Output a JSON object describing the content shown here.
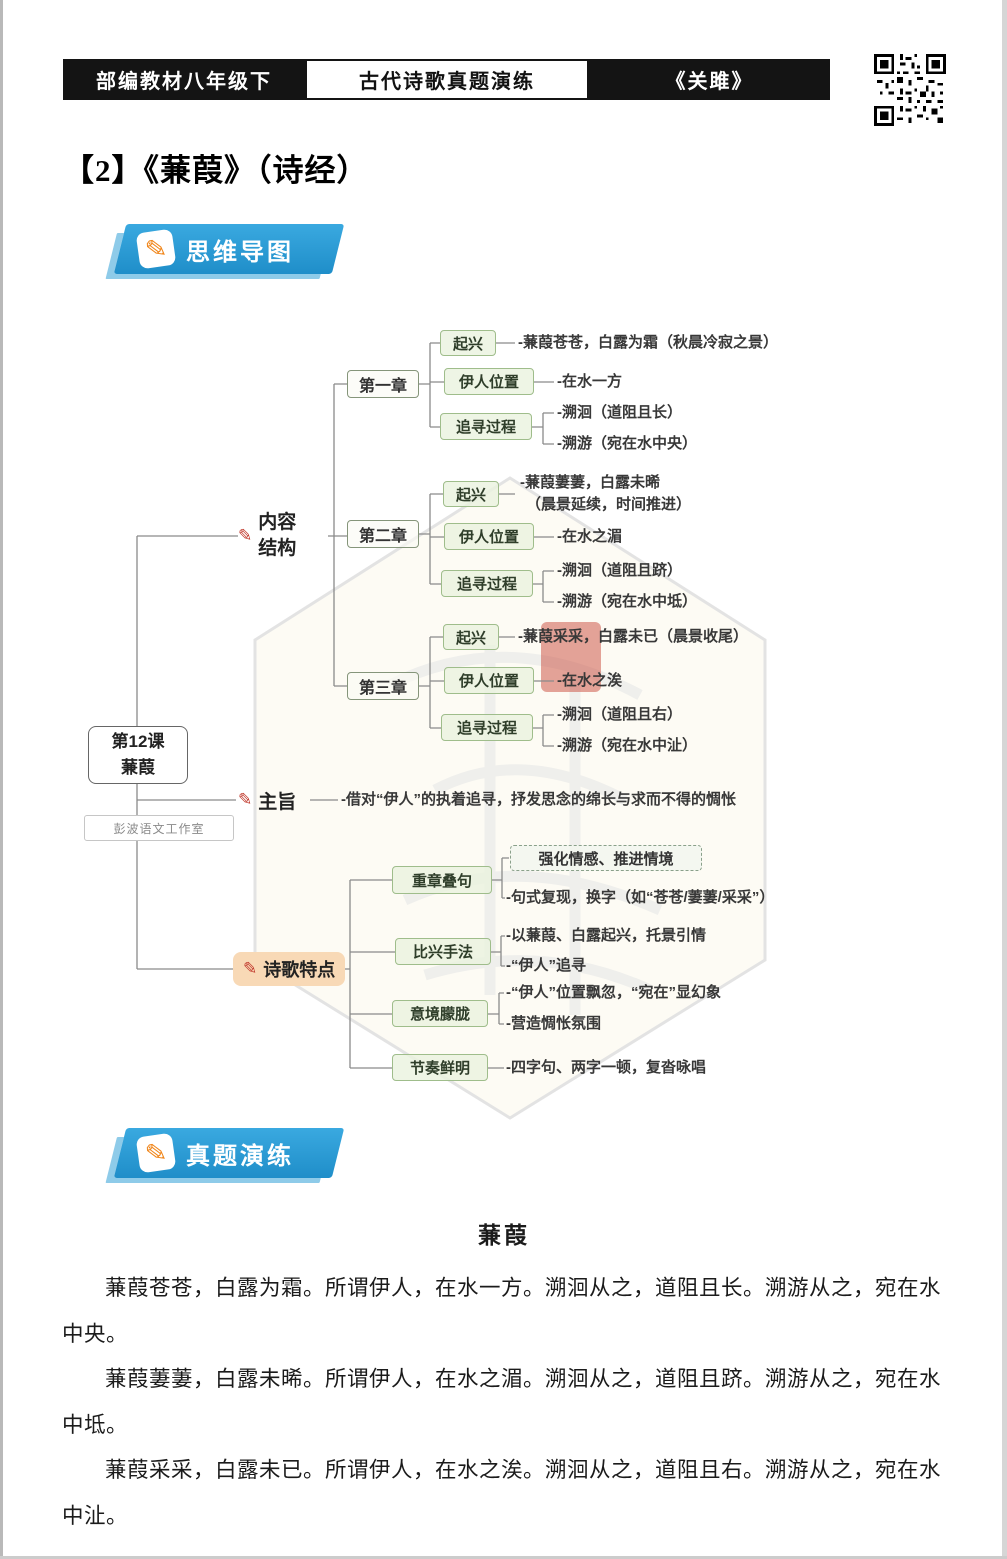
{
  "header": {
    "left_tab": "部编教材八年级下",
    "center_tab": "古代诗歌真题演练",
    "right_tab": "《关雎》"
  },
  "page_title": "【2】《蒹葭》（诗经）",
  "banners": {
    "mindmap": "思维导图",
    "practice": "真题演练"
  },
  "colors": {
    "banner_blue": "#2b9ed8",
    "banner_blue_light": "#8ecbe9",
    "node_green_bg": "#eaf3de",
    "node_green_border": "#9fbd8b",
    "features_highlight": "#f8d9b6",
    "pencil_red": "#c23b2e",
    "pencil_orange": "#f08519",
    "header_black": "#141414"
  },
  "mindmap": {
    "root": {
      "line1": "第12课",
      "line2": "蒹葭"
    },
    "studio": "彭波语文工作室",
    "structure": {
      "line1": "内容",
      "line2": "结构"
    },
    "theme": {
      "label": "主旨",
      "text": "-借对“伊人”的执着追寻，抒发思念的绵长与求而不得的惆怅"
    },
    "features_label": "诗歌特点",
    "chapters": [
      {
        "label": "第一章",
        "qixing_label": "起兴",
        "qixing_line1": "-蒹葭苍苍，白露为霜（秋晨冷寂之景）",
        "yiren_label": "伊人位置",
        "yiren_text": "-在水一方",
        "zhuixun_label": "追寻过程",
        "zhuixun_line1": "-溯洄（道阻且长）",
        "zhuixun_line2": "-溯游（宛在水中央）"
      },
      {
        "label": "第二章",
        "qixing_label": "起兴",
        "qixing_line1": "-蒹葭萋萋，白露未晞",
        "qixing_line2": "（晨景延续，时间推进）",
        "yiren_label": "伊人位置",
        "yiren_text": "-在水之湄",
        "zhuixun_label": "追寻过程",
        "zhuixun_line1": "-溯洄（道阻且跻）",
        "zhuixun_line2": "-溯游（宛在水中坻）"
      },
      {
        "label": "第三章",
        "qixing_label": "起兴",
        "qixing_line1": "-蒹葭采采，白露未已（晨景收尾）",
        "yiren_label": "伊人位置",
        "yiren_text": "-在水之涘",
        "zhuixun_label": "追寻过程",
        "zhuixun_line1": "-溯洄（道阻且右）",
        "zhuixun_line2": "-溯游（宛在水中沚）"
      }
    ],
    "features": [
      {
        "label": "重章叠句",
        "highlight": "强化情感、推进情境",
        "line2": "-句式复现，换字（如“苍苍/萋萋/采采”）"
      },
      {
        "label": "比兴手法",
        "line1": "-以蒹葭、白露起兴，托景引情",
        "line2": "-“伊人”追寻"
      },
      {
        "label": "意境朦胧",
        "line1": "-“伊人”位置飘忽，“宛在”显幻象",
        "line2": "-营造惆怅氛围"
      },
      {
        "label": "节奏鲜明",
        "line1": "-四字句、两字一顿，复沓咏唱"
      }
    ]
  },
  "poem": {
    "title": "蒹葭",
    "paragraphs": [
      "蒹葭苍苍，白露为霜。所谓伊人，在水一方。溯洄从之，道阻且长。溯游从之，宛在水中央。",
      "蒹葭萋萋，白露未晞。所谓伊人，在水之湄。溯洄从之，道阻且跻。溯游从之，宛在水中坻。",
      "蒹葭采采，白露未已。所谓伊人，在水之涘。溯洄从之，道阻且右。溯游从之，宛在水中沚。"
    ]
  }
}
